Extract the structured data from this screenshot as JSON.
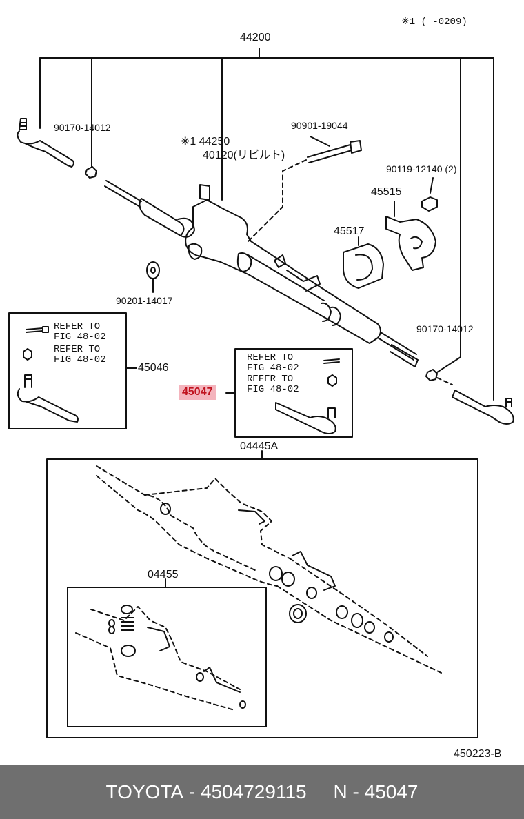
{
  "header": {
    "note": "※1 (       -0209)"
  },
  "labels": {
    "rack_assembly": "44200",
    "bolt_90170_left": "90170-14012",
    "housing_44250": "※1 44250",
    "housing_40120": "40120(リビルト)",
    "bolt_90901": "90901-19044",
    "bolt_90119": "90119-12140 (2)",
    "bracket_45515": "45515",
    "bushing_45517": "45517",
    "washer_90201": "90201-14017",
    "bolt_90170_right": "90170-14012",
    "tie_rod_45046": "45046",
    "tie_rod_45047": "45047",
    "kit_04445A": "04445A",
    "kit_04455": "04455",
    "fig_code": "450223-B"
  },
  "refer_boxes": {
    "left": [
      "REFER TO",
      "FIG 48-02",
      "REFER TO",
      "FIG 48-02"
    ],
    "right": [
      "REFER TO",
      "FIG 48-02",
      "REFER TO",
      "FIG 48-02"
    ]
  },
  "footer": {
    "brand": "TOYOTA",
    "part_number": "4504729115",
    "sep1": " - ",
    "n_label": "N",
    "sep2": " - ",
    "ref": "45047"
  }
}
